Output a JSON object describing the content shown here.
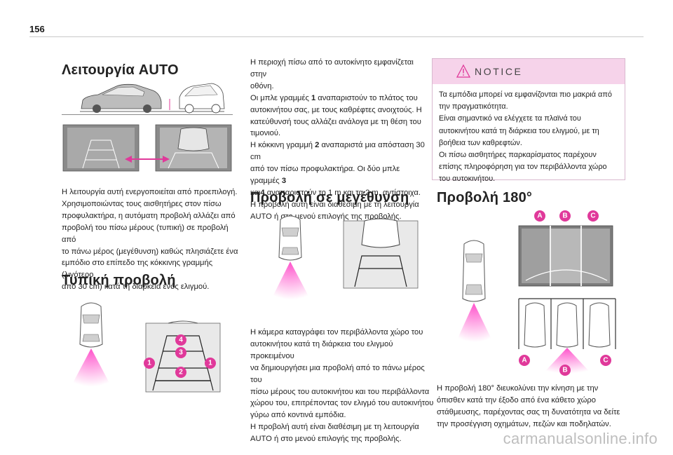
{
  "page": {
    "number": "156"
  },
  "col1": {
    "title": "Λειτουργία AUTO",
    "para": [
      "Η λειτουργία αυτή ενεργοποιείται από προεπιλογή.",
      "Χρησιμοποιώντας τους αισθητήρες στον πίσω",
      "προφυλακτήρα, η αυτόματη προβολή αλλάζει από",
      "προβολή του πίσω μέρους (τυπική) σε προβολή από",
      "το πάνω μέρος (μεγέθυνση) καθώς πλησιάζετε ένα",
      "εμπόδιο στο επίπεδο της κόκκινης γραμμής (λιγότερο",
      "από 30 cm) κατά τη διάρκεια ενός ελιγμού."
    ],
    "title2": "Τυπική προβολή",
    "badges": [
      "1",
      "2",
      "3",
      "4",
      "1"
    ]
  },
  "col2": {
    "para1": {
      "l1": "Η περιοχή πίσω από το αυτοκίνητο εμφανίζεται στην",
      "l2": "οθόνη.",
      "l3a": "Οι μπλε γραμμές ",
      "l3b": "1",
      "l3c": " αναπαριστούν το πλάτος του",
      "l4": "αυτοκινήτου σας, με τους καθρέφτες ανοιχτούς. Η",
      "l5": "κατεύθυνσή τους αλλάζει ανάλογα με τη θέση του",
      "l6": "τιμονιού.",
      "l7a": "Η κόκκινη γραμμή ",
      "l7b": "2",
      "l7c": " αναπαριστά μια απόσταση 30 cm",
      "l8a": "από τον πίσω προφυλακτήρα. Οι δύο μπλε γραμμές ",
      "l8b": "3",
      "l9a": "και",
      "l9b": "4",
      "l9c": " αναπαριστούν το 1 m και τα 2 m, αντίστοιχα.",
      "l10": "Η προβολή αυτή είναι διαθέσιμη με τη λειτουργία",
      "l11": "AUTO ή στο μενού επιλογής της προβολής."
    },
    "title": "Προβολή σε μεγέθυνση",
    "para2": [
      "Η κάμερα καταγράφει τον περιβάλλοντα χώρο του",
      "αυτοκινήτου κατά τη διάρκεια του ελιγμού προκειμένου",
      "να δημιουργήσει μια προβολή από το πάνω μέρος του",
      "πίσω μέρους του αυτοκινήτου και του περιβάλλοντα",
      "χώρου του, επιτρέποντας τον ελιγμό του αυτοκινήτου",
      "γύρω από κοντινά εμπόδια.",
      "Η προβολή αυτή είναι διαθέσιμη με τη λειτουργία",
      "AUTO ή στο μενού επιλογής της προβολής."
    ]
  },
  "col3": {
    "notice": {
      "title": "NOTICE",
      "lines": [
        "Τα εμπόδια μπορεί να εμφανίζονται πιο μακριά από",
        "την πραγματικότητα.",
        "Είναι σημαντικό να ελέγχετε τα πλαϊνά του",
        "αυτοκινήτου κατά τη διάρκεια του ελιγμού, με τη",
        "βοήθεια των καθρεφτών.",
        "Οι πίσω αισθητήρες παρκαρίσματος παρέχουν",
        "επίσης πληροφόρηση για τον περιβάλλοντα χώρο",
        "του αυτοκινήτου."
      ]
    },
    "title": "Προβολή 180°",
    "badges_top": [
      "A",
      "B",
      "C"
    ],
    "badges_bottom": [
      "A",
      "B",
      "C"
    ],
    "para": [
      "Η προβολή 180° διευκολύνει την κίνηση με την",
      "όπισθεν κατά την έξοδο από ένα κάθετο χώρο",
      "στάθμευσης, παρέχοντας σας τη δυνατότητα να δείτε",
      "την προσέγγιση οχημάτων, πεζών και ποδηλατών."
    ]
  },
  "watermark": "carmanualsonline.info",
  "colors": {
    "accent": "#e0399a",
    "notice_bg": "#f6d3ea",
    "screen_blue": "#3a7fc4"
  }
}
